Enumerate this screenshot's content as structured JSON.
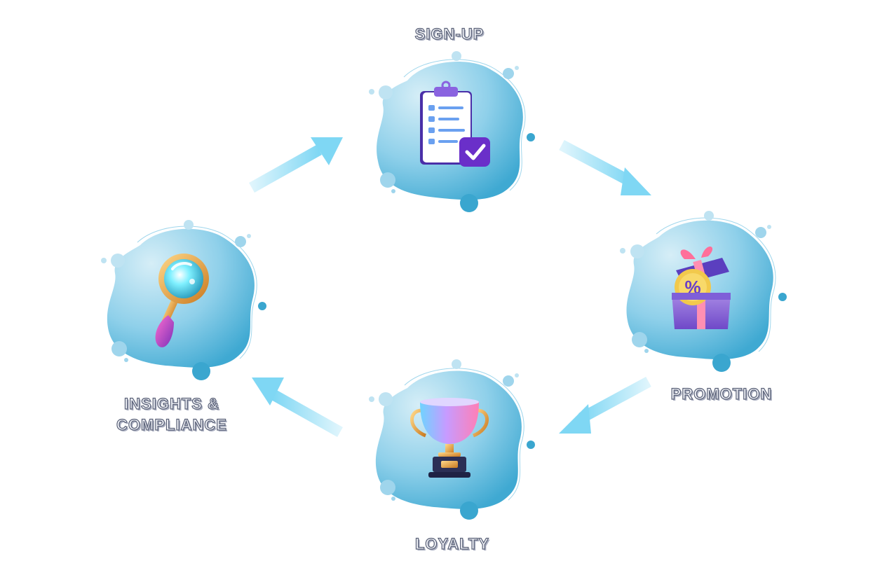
{
  "diagram": {
    "stages": [
      {
        "id": "sign-up",
        "label": "SIGN-UP",
        "icon": "clipboard-check-icon"
      },
      {
        "id": "promotion",
        "label": "PROMOTION",
        "icon": "gift-box-percent-icon"
      },
      {
        "id": "loyalty",
        "label": "LOYALTY",
        "icon": "trophy-icon"
      },
      {
        "id": "insights",
        "label": "INSIGHTS &\nCOMPLIANCE",
        "icon": "magnifying-glass-icon"
      }
    ],
    "flow": [
      "sign-up",
      "promotion",
      "loyalty",
      "insights",
      "sign-up"
    ],
    "colors": {
      "blob_light": "#d6eef7",
      "blob_dark": "#49b2d8",
      "arrow": "#7fd7f4",
      "label_fill": "#eef0f6",
      "label_stroke": "#5a6177"
    }
  }
}
